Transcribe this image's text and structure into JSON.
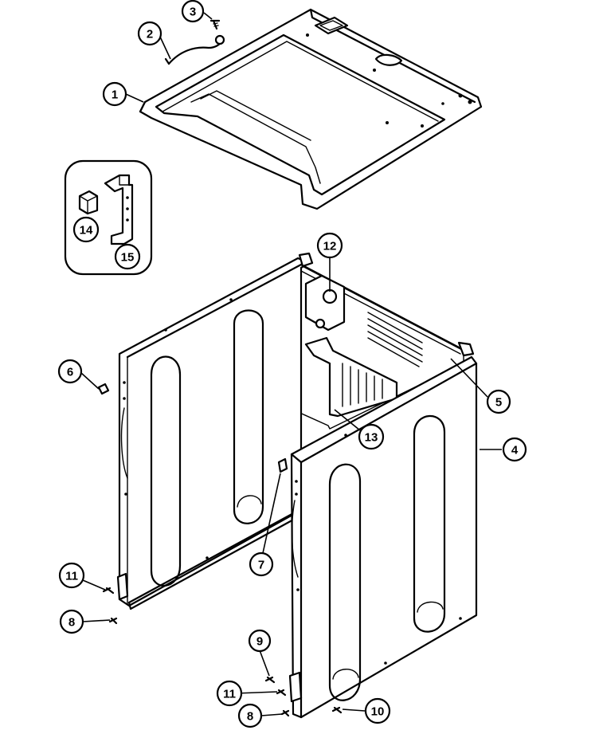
{
  "callouts": [
    {
      "id": "c1",
      "label": "1"
    },
    {
      "id": "c2",
      "label": "2"
    },
    {
      "id": "c3",
      "label": "3"
    },
    {
      "id": "c4",
      "label": "4"
    },
    {
      "id": "c5",
      "label": "5"
    },
    {
      "id": "c6",
      "label": "6"
    },
    {
      "id": "c7",
      "label": "7"
    },
    {
      "id": "c8a",
      "label": "8"
    },
    {
      "id": "c8b",
      "label": "8"
    },
    {
      "id": "c9",
      "label": "9"
    },
    {
      "id": "c10",
      "label": "10"
    },
    {
      "id": "c11a",
      "label": "11"
    },
    {
      "id": "c11b",
      "label": "11"
    },
    {
      "id": "c12",
      "label": "12"
    },
    {
      "id": "c13",
      "label": "13"
    },
    {
      "id": "c14",
      "label": "14"
    },
    {
      "id": "c15",
      "label": "15"
    }
  ]
}
